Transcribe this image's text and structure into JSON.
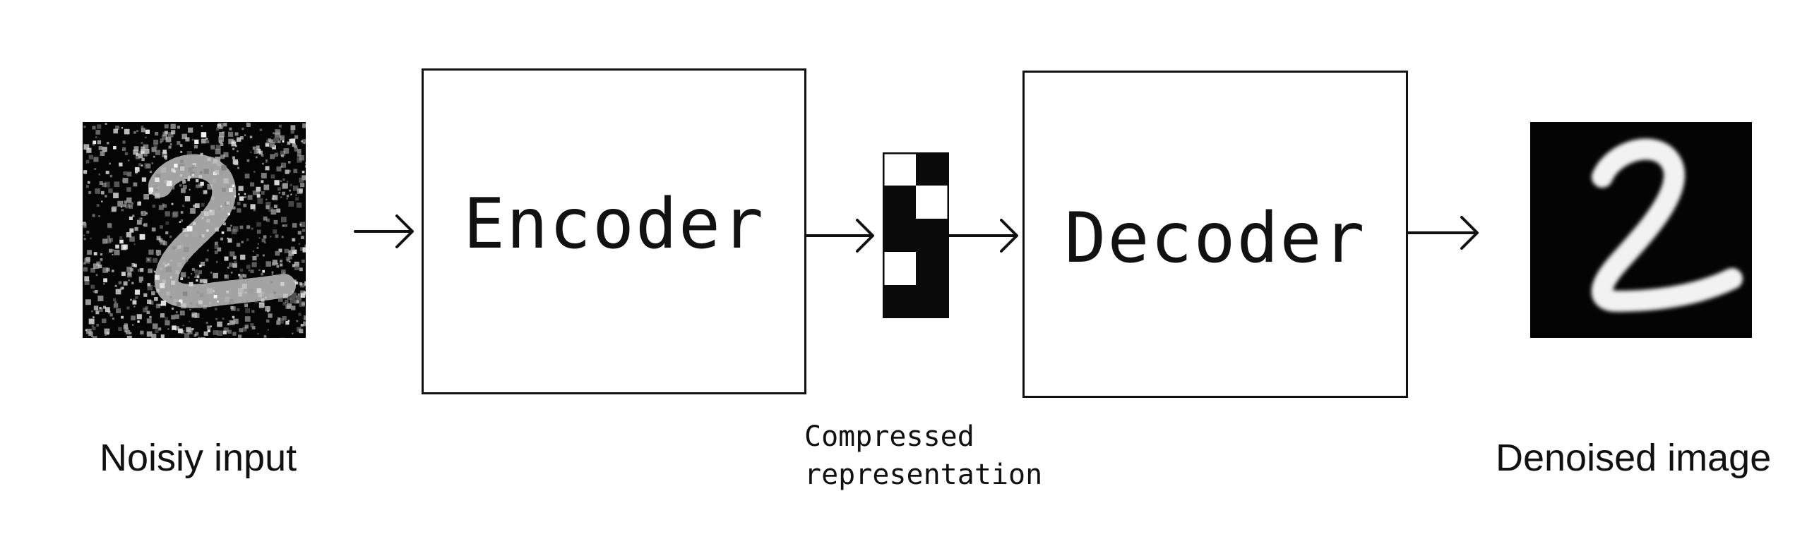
{
  "noisy_input": {
    "label": "Noisiy input",
    "digit": "2"
  },
  "encoder": {
    "label": "Encoder"
  },
  "compressed_representation": {
    "label_line1": "Compressed",
    "label_line2": "representation",
    "cells": [
      [
        1,
        0
      ],
      [
        0,
        1
      ],
      [
        0,
        0
      ],
      [
        1,
        0
      ],
      [
        0,
        0
      ]
    ]
  },
  "decoder": {
    "label": "Decoder"
  },
  "denoised_image": {
    "label": "Denoised image",
    "digit": "2"
  },
  "colors": {
    "foreground": "#111111",
    "background": "#ffffff"
  }
}
